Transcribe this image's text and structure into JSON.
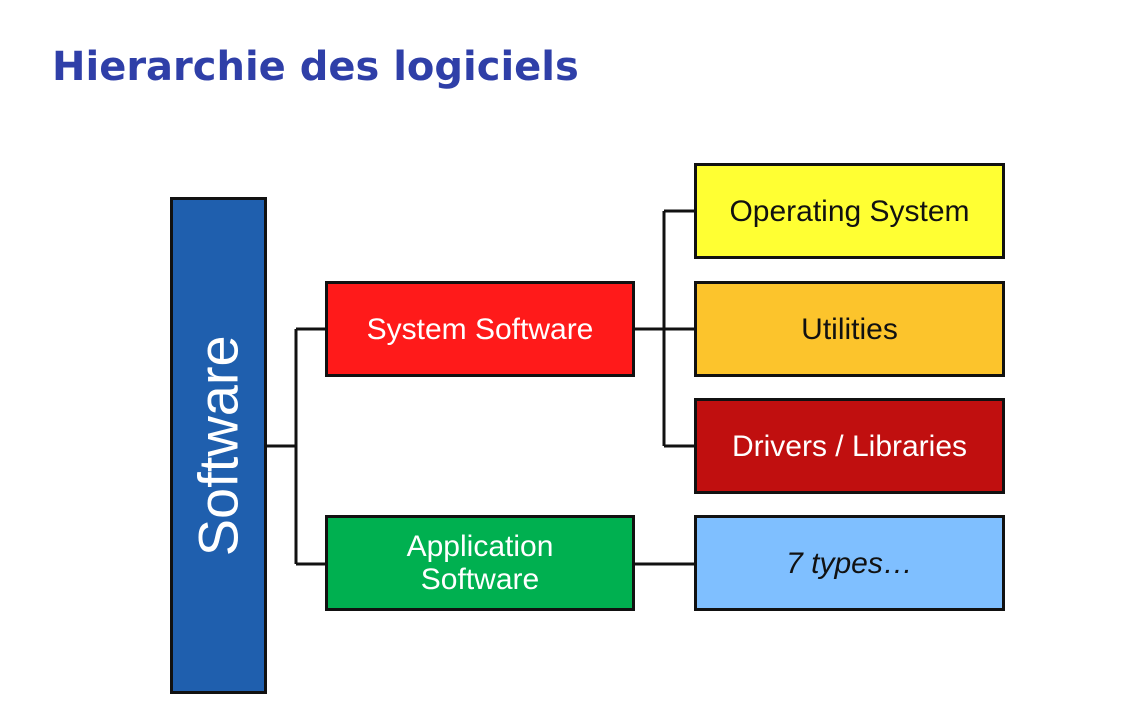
{
  "title": "Hierarchie des logiciels",
  "nodes": {
    "software": {
      "label": "Software",
      "color": "#1f5fae"
    },
    "system_software": {
      "label": "System Software",
      "color": "#ff1a1a"
    },
    "application_software": {
      "label": "Application Software",
      "color": "#00b050"
    },
    "operating_system": {
      "label": "Operating System",
      "color": "#ffff33"
    },
    "utilities": {
      "label": "Utilities",
      "color": "#fcc42c"
    },
    "drivers_libraries": {
      "label": "Drivers / Libraries",
      "color": "#c00f0f"
    },
    "seven_types": {
      "label": "7 types…",
      "color": "#7fbfff"
    }
  }
}
